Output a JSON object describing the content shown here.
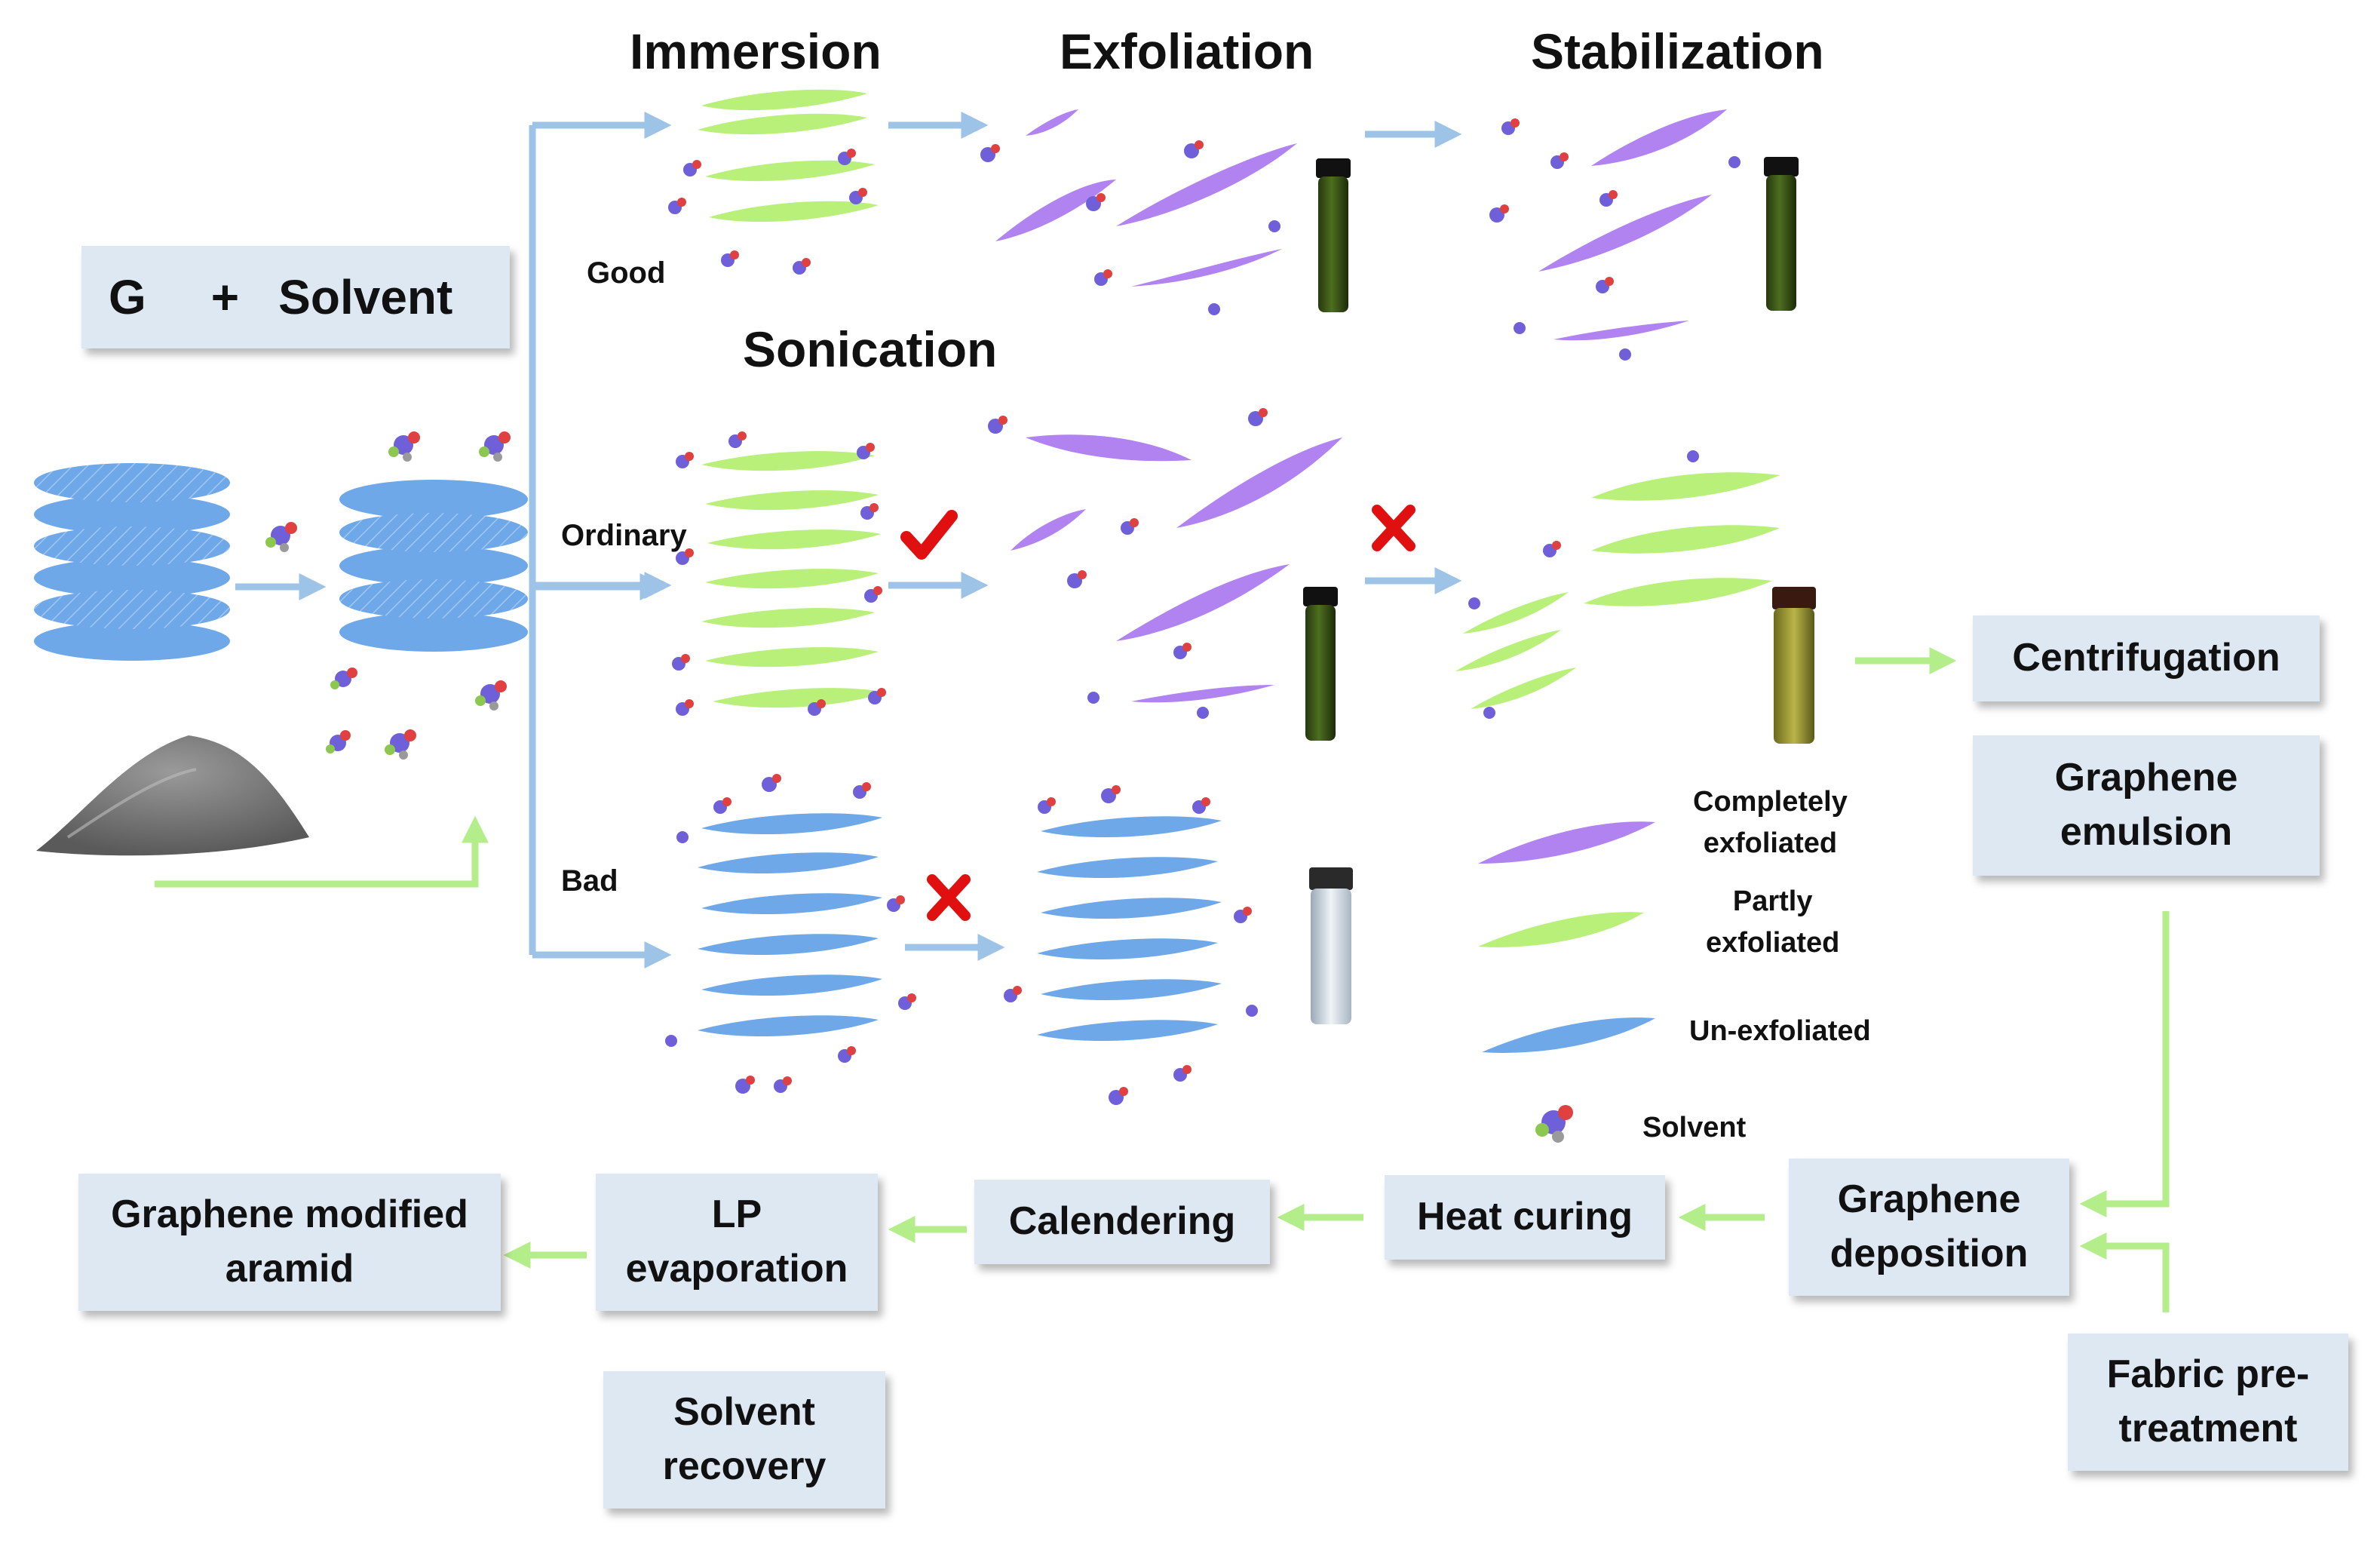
{
  "colors": {
    "arrow_blue": "#9dc3e6",
    "arrow_green": "#b4ee8a",
    "box_fill": "#dde8f2",
    "sheet_blue": "#6fa8e8",
    "sheet_green": "#b8f07a",
    "sheet_purple": "#b083f0",
    "mark_red": "#e01010",
    "vial_dark": "#2f4a14"
  },
  "stages": {
    "immersion": "Immersion",
    "exfoliation": "Exfoliation",
    "stabilization": "Stabilization",
    "sonication": "Sonication"
  },
  "start": {
    "g": "G",
    "plus": "+",
    "solvent": "Solvent"
  },
  "qualities": {
    "good": "Good",
    "ordinary": "Ordinary",
    "bad": "Bad"
  },
  "legend": {
    "completely": [
      "Completely",
      "exfoliated"
    ],
    "partly": [
      "Partly",
      "exfoliated"
    ],
    "un": "Un-exfoliated",
    "solvent": "Solvent"
  },
  "process": {
    "centrifugation": "Centrifugation",
    "emulsion": [
      "Graphene",
      "emulsion"
    ],
    "deposition": [
      "Graphene",
      "deposition"
    ],
    "fabric": [
      "Fabric pre-",
      "treatment"
    ],
    "heat": "Heat curing",
    "calendering": "Calendering",
    "lp": [
      "LP",
      "evaporation"
    ],
    "solvent_recovery": [
      "Solvent",
      "recovery"
    ],
    "final": [
      "Graphene modified",
      "aramid"
    ]
  },
  "icons": [
    "check-mark-icon",
    "cross-mark-icon",
    "molecule-icon",
    "vial-icon",
    "powder-pile-icon",
    "graphene-sheet-icon"
  ]
}
